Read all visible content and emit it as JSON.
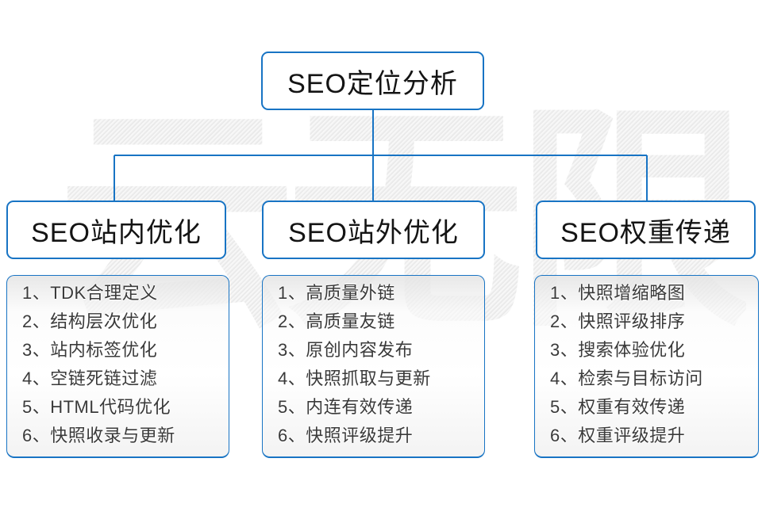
{
  "watermark": {
    "text": "云无限"
  },
  "colors": {
    "accent_blue": "#1874c4",
    "item_text": "#3a3a3a",
    "header_text": "#141414"
  },
  "root": {
    "label": "SEO定位分析"
  },
  "branches": [
    {
      "title": "SEO站内优化",
      "items": [
        "1、TDK合理定义",
        "2、结构层次优化",
        "3、站内标签优化",
        "4、空链死链过滤",
        "5、HTML代码优化",
        "6、快照收录与更新"
      ]
    },
    {
      "title": "SEO站外优化",
      "items": [
        "1、高质量外链",
        "2、高质量友链",
        "3、原创内容发布",
        "4、快照抓取与更新",
        "5、内连有效传递",
        "6、快照评级提升"
      ]
    },
    {
      "title": "SEO权重传递",
      "items": [
        "1、快照增缩略图",
        "2、快照评级排序",
        "3、搜索体验优化",
        "4、检索与目标访问",
        "5、权重有效传递",
        "6、权重评级提升"
      ]
    }
  ]
}
